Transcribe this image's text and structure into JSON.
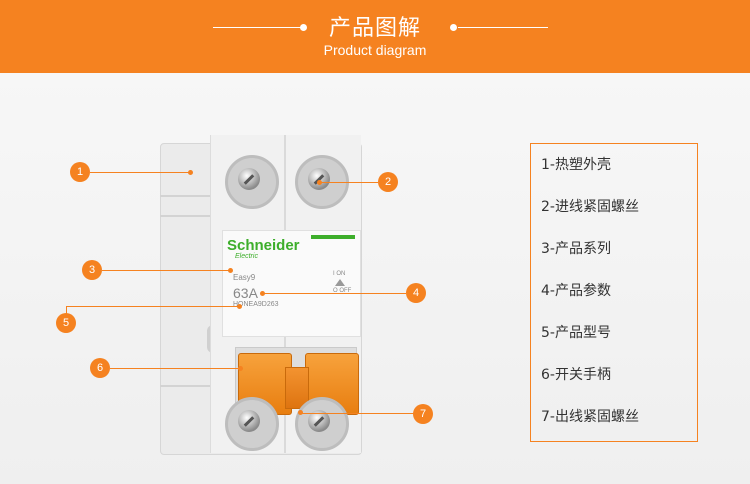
{
  "header": {
    "title": "产品图解",
    "subtitle": "Product diagram",
    "accent_color": "#f58220"
  },
  "product": {
    "brand": "Schneider",
    "brand_sub": "Electric",
    "range": "Easy9",
    "rating": "63A",
    "model": "HONEA9D263",
    "switch_on": "ON",
    "switch_off": "OFF",
    "switch_on_symbol": "I",
    "switch_off_symbol": "O"
  },
  "callouts": [
    {
      "number": "1"
    },
    {
      "number": "2"
    },
    {
      "number": "3"
    },
    {
      "number": "4"
    },
    {
      "number": "5"
    },
    {
      "number": "6"
    },
    {
      "number": "7"
    }
  ],
  "legend": {
    "items": [
      "1-热塑外壳",
      "2-进线紧固螺丝",
      "3-产品系列",
      "4-产品参数",
      "5-产品型号",
      "6-开关手柄",
      "7-出线紧固螺丝"
    ]
  }
}
